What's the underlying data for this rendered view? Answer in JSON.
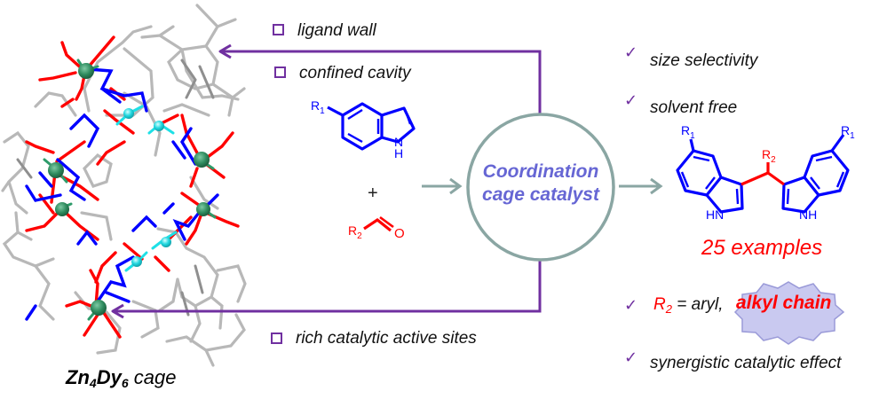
{
  "colors": {
    "purple_accent": "#7030a0",
    "gray_arrow": "#8aa6a3",
    "catalyst_text": "#6666d4",
    "indole_blue": "#0000ff",
    "aldehyde_red": "#ff0000",
    "badge_fill": "#c9c9f0",
    "badge_stroke": "#9a9ad8"
  },
  "cage": {
    "formula_parts": {
      "zn": "Zn",
      "zn_sub": "4",
      "dy": "Dy",
      "dy_sub": "6",
      "suffix": " cage"
    }
  },
  "cage_features": [
    {
      "icon": "square-bullet-icon",
      "text": "ligand wall"
    },
    {
      "icon": "square-bullet-icon",
      "text": "confined cavity"
    },
    {
      "icon": "square-bullet-icon",
      "text": "rich catalytic active sites"
    }
  ],
  "reactants": {
    "indole": {
      "substituent": "R",
      "substituent_sub": "1",
      "nh_label": "N",
      "h_label": "H"
    },
    "plus": "+",
    "aldehyde": {
      "substituent": "R",
      "substituent_sub": "2",
      "oxygen": "O"
    }
  },
  "catalyst": {
    "line1": "Coordination",
    "line2": "cage catalyst"
  },
  "product": {
    "left_r": "R",
    "left_r_sub": "1",
    "right_r": "R",
    "right_r_sub": "1",
    "center_r": "R",
    "center_r_sub": "2",
    "left_nh": "HN",
    "right_nh": "NH",
    "examples_label": "25 examples"
  },
  "advantages": [
    {
      "icon": "checkmark-icon",
      "text": "size selectivity"
    },
    {
      "icon": "checkmark-icon",
      "text": "solvent free"
    },
    {
      "icon": "checkmark-icon",
      "r2": "R",
      "r2_sub": "2",
      "text": " = aryl,",
      "badge": "alkyl chain"
    },
    {
      "icon": "checkmark-icon",
      "text": "synergistic catalytic effect"
    }
  ]
}
